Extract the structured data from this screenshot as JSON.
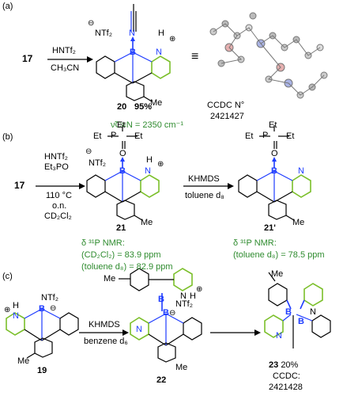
{
  "panels": {
    "a": {
      "label": "(a)",
      "reactant": "17",
      "reagent_top": "HNTf₂",
      "reagent_bottom": "CH₃CN",
      "anion": "NTf₂",
      "product_num": "20",
      "yield": "95%",
      "ir_label": "ν̃C≡N = 2350 cm⁻¹",
      "ccdc_label": "CCDC N°",
      "ccdc_number": "2421427",
      "equiv": "≡"
    },
    "b": {
      "label": "(b)",
      "reactant": "17",
      "cond1": "HNTf₂",
      "cond2": "Et₃PO",
      "cond3": "110 °C",
      "cond4": "o.n.",
      "cond5": "CD₂Cl₂",
      "anion": "NTf₂",
      "cmpd_21": "21",
      "base": "KHMDS",
      "solvent": "toluene d₈",
      "cmpd_21p": "21'",
      "nmr_head": "δ ³¹P NMR:",
      "nmr_21_a": "(CD₂Cl₂) = 83.9 ppm",
      "nmr_21_b": "(toluene d₈) = 82.9 ppm",
      "nmr_21p": "(toluene d₈) = 78.5 ppm"
    },
    "c": {
      "label": "(c)",
      "cmpd_19": "19",
      "base": "KHMDS",
      "solvent": "benzene d₆",
      "cmpd_22": "22",
      "cmpd_23": "23",
      "yield": "20%",
      "ccdc_label": "CCDC:",
      "ccdc_number": "2421428"
    }
  },
  "atoms": {
    "B": "B",
    "N": "N",
    "H": "H",
    "P": "P",
    "O": "O",
    "C": "C",
    "Et": "Et",
    "Me": "Me",
    "plus": "⊕",
    "minus": "⊖"
  },
  "colors": {
    "boron": "#1e3cff",
    "nitrogen_ring": "#7bbf2a",
    "green_text": "#2e8b2e"
  }
}
